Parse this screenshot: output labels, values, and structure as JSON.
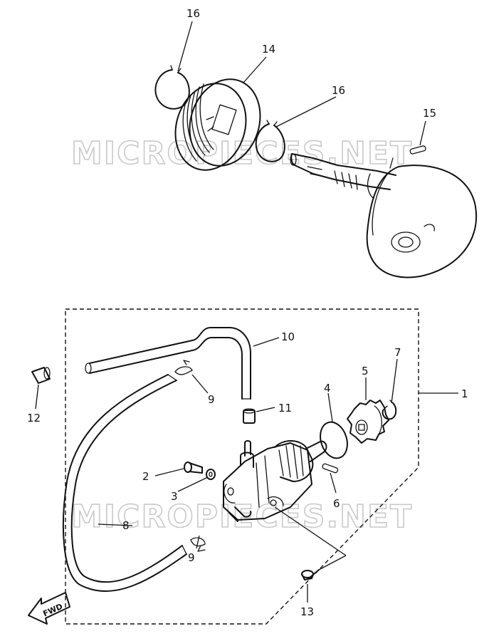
{
  "watermark": "MICROPIECES.NET",
  "fwd_label": "FWD",
  "callouts": {
    "c1": "1",
    "c2": "2",
    "c3": "3",
    "c4": "4",
    "c5": "5",
    "c6": "6",
    "c7": "7",
    "c8": "8",
    "c9a": "9",
    "c9b": "9",
    "c10": "10",
    "c11": "11",
    "c12": "12",
    "c13": "13",
    "c14": "14",
    "c15": "15",
    "c16a": "16",
    "c16b": "16"
  }
}
